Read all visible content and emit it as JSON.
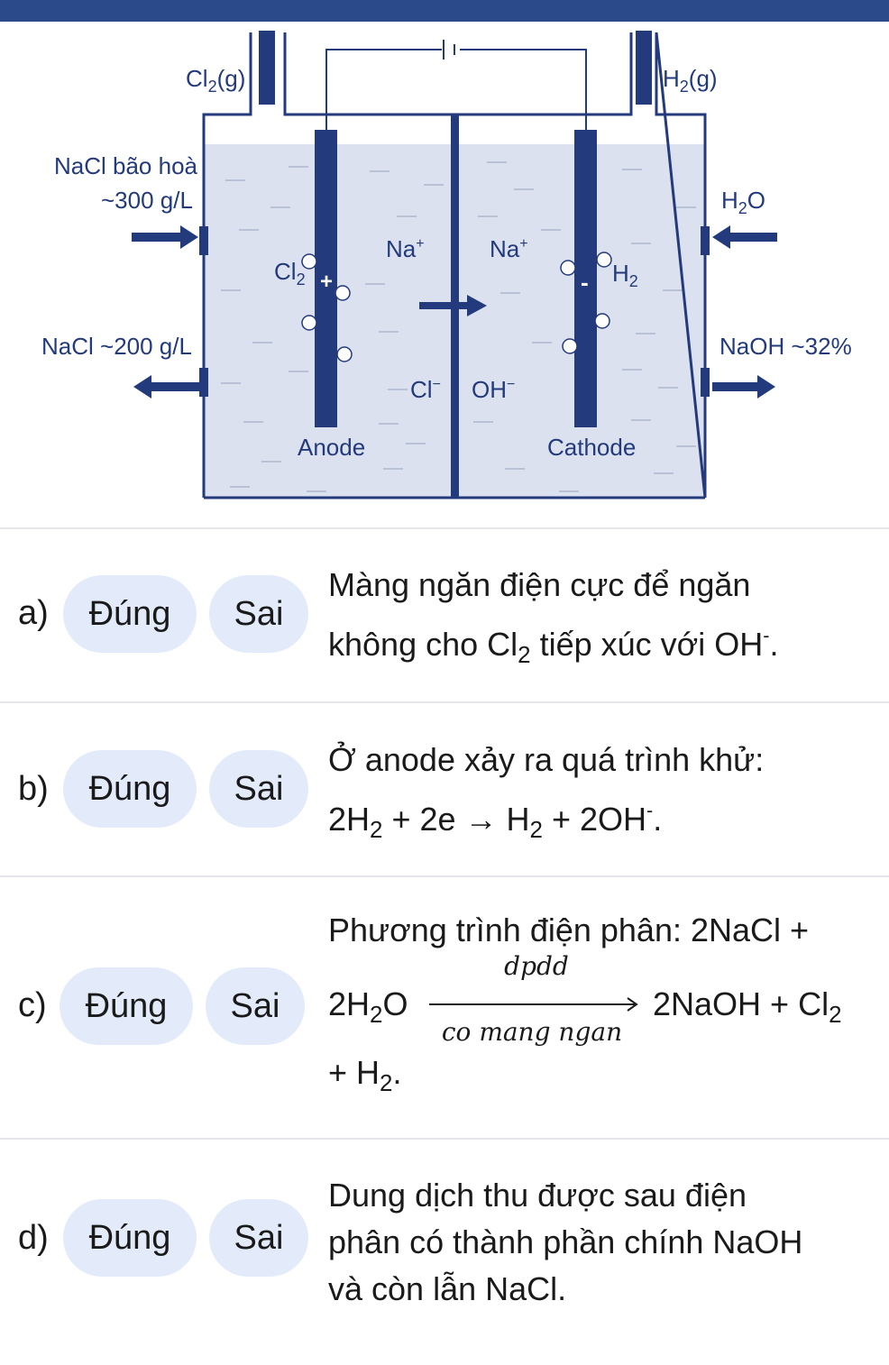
{
  "diagram": {
    "cl2_gas_label": "Cl",
    "cl2_gas_sub": "2",
    "cl2_gas_state": "(g)",
    "h2_gas_label": "H",
    "h2_gas_sub": "2",
    "h2_gas_state": "(g)",
    "nacl_in_line1": "NaCl bão hoà",
    "nacl_in_line2": "~300 g/L",
    "nacl_out": "NaCl ~200 g/L",
    "h2o_in": "H",
    "h2o_in_sub": "2",
    "h2o_in_tail": "O",
    "naoh_out": "NaOH ~32%",
    "na_ion_left": "Na",
    "na_ion_right": "Na",
    "ion_plus_sup": "+",
    "cl_ion": "Cl",
    "oh_ion": "OH",
    "ion_minus_sup": "−",
    "cl2_bubble_label": "Cl",
    "cl2_bubble_sub": "2",
    "h2_bubble_label": "H",
    "h2_bubble_sub": "2",
    "anode_sign": "+",
    "cathode_sign": "-",
    "anode_label": "Anode",
    "cathode_label": "Cathode",
    "colors": {
      "navy": "#233a7c",
      "electrolyte": "#dbe1ee",
      "dash": "#b8c1d6"
    }
  },
  "questions": [
    {
      "letter": "a)",
      "true_label": "Đúng",
      "false_label": "Sai",
      "line1": "Màng ngăn điện cực để ngăn",
      "line2_pre": "không cho Cl",
      "line2_sub": "2",
      "line2_post": " tiếp xúc với OH",
      "line2_sup": "-",
      "line2_end": "."
    },
    {
      "letter": "b)",
      "true_label": "Đúng",
      "false_label": "Sai",
      "line1": "Ở anode xảy ra quá trình khử:",
      "eq_a": "2H",
      "eq_a_sub": "2",
      "eq_b": " + 2e → H",
      "eq_b_sub": "2",
      "eq_c": " + 2OH",
      "eq_c_sup": "-",
      "eq_end": "."
    },
    {
      "letter": "c)",
      "true_label": "Đúng",
      "false_label": "Sai",
      "line1": "Phương trình điện phân: 2NaCl +",
      "reactant": "2H",
      "reactant_sub": "2",
      "reactant_tail": "O",
      "arrow_top": "dpdd",
      "arrow_bottom": "co mang ngan",
      "product": "2NaOH + Cl",
      "product_sub": "2",
      "line3": "+ H",
      "line3_sub": "2",
      "line3_end": "."
    },
    {
      "letter": "d)",
      "true_label": "Đúng",
      "false_label": "Sai",
      "line1": "Dung dịch thu được sau điện",
      "line2": "phân có thành phần chính NaOH",
      "line3": "và còn lẫn NaCl."
    }
  ]
}
